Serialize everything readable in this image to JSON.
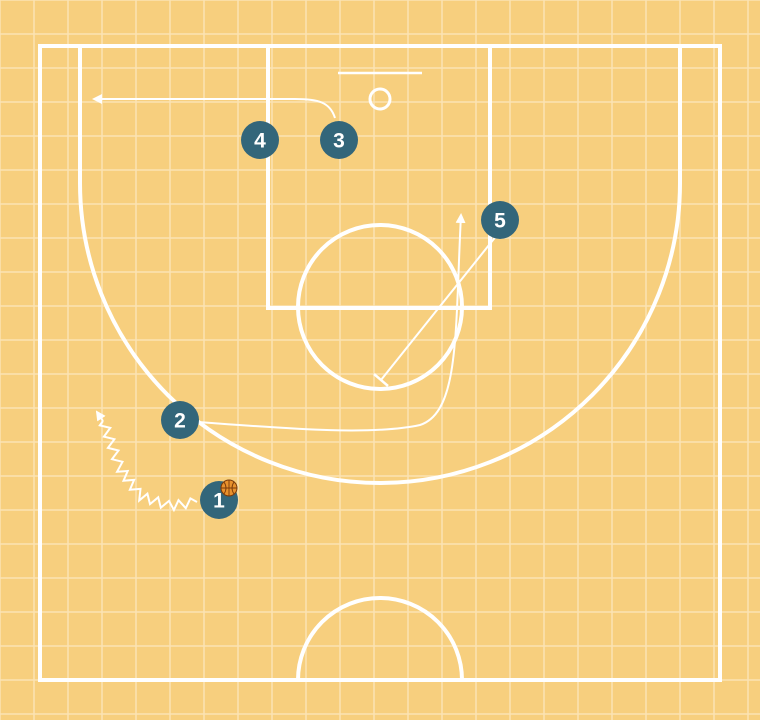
{
  "colors": {
    "court_background": "#F7CF7E",
    "grid_lines": "#FBE3B4",
    "court_lines": "#FFFFFF",
    "player_fill": "#33667A",
    "player_text": "#FFFFFF",
    "ball_fill": "#E8912D",
    "ball_seams": "#7A3A0A"
  },
  "players": [
    {
      "id": "player-1",
      "label": "1",
      "has_ball": true
    },
    {
      "id": "player-2",
      "label": "2",
      "has_ball": false
    },
    {
      "id": "player-3",
      "label": "3",
      "has_ball": false
    },
    {
      "id": "player-4",
      "label": "4",
      "has_ball": false
    },
    {
      "id": "player-5",
      "label": "5",
      "has_ball": false
    }
  ],
  "actions": [
    {
      "player": "1",
      "type": "dribble"
    },
    {
      "player": "2",
      "type": "cut"
    },
    {
      "player": "3",
      "type": "cut"
    },
    {
      "player": "5",
      "type": "screen"
    }
  ]
}
